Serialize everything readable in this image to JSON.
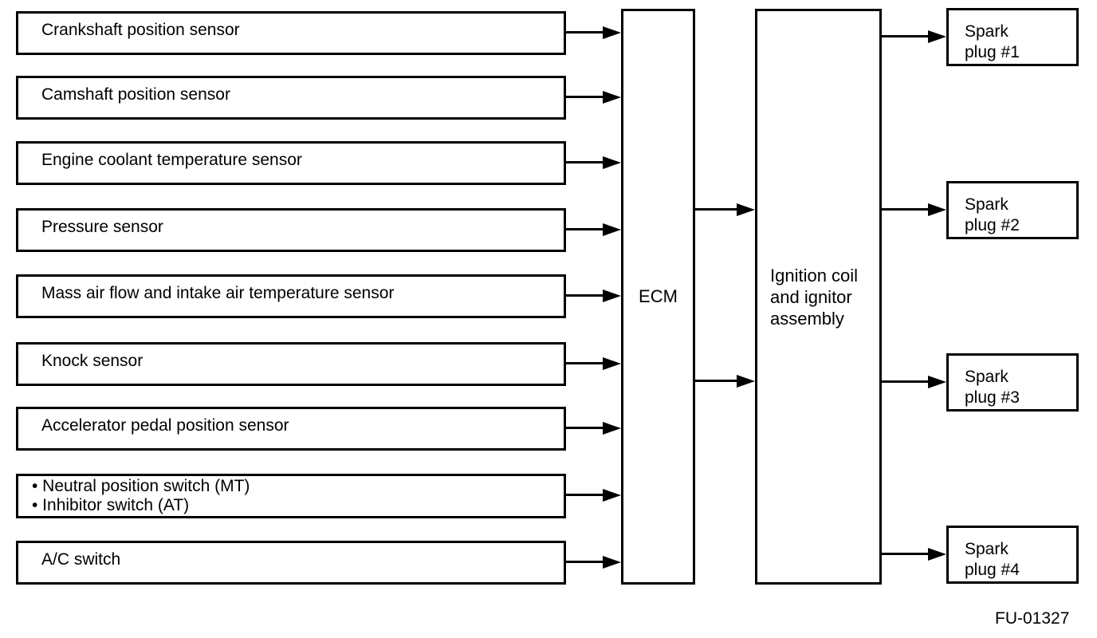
{
  "figure": {
    "id_label": "FU-01327",
    "colors": {
      "line": "#000000",
      "background": "#ffffff"
    },
    "inputs": [
      {
        "label": "Crankshaft position sensor"
      },
      {
        "label": "Camshaft position sensor"
      },
      {
        "label": "Engine coolant temperature sensor"
      },
      {
        "label": "Pressure sensor"
      },
      {
        "label": "Mass air flow and intake air temperature sensor"
      },
      {
        "label": "Knock sensor"
      },
      {
        "label": "Accelerator pedal position sensor"
      },
      {
        "lines": [
          "• Neutral position switch (MT)",
          "• Inhibitor switch (AT)"
        ]
      },
      {
        "label": "A/C switch"
      }
    ],
    "ecm": {
      "label": "ECM"
    },
    "coil": {
      "lines": [
        "Ignition coil",
        "and ignitor",
        "assembly"
      ]
    },
    "outputs": [
      {
        "lines": [
          "Spark",
          "plug #1"
        ]
      },
      {
        "lines": [
          "Spark",
          "plug #2"
        ]
      },
      {
        "lines": [
          "Spark",
          "plug #3"
        ]
      },
      {
        "lines": [
          "Spark",
          "plug #4"
        ]
      }
    ]
  }
}
